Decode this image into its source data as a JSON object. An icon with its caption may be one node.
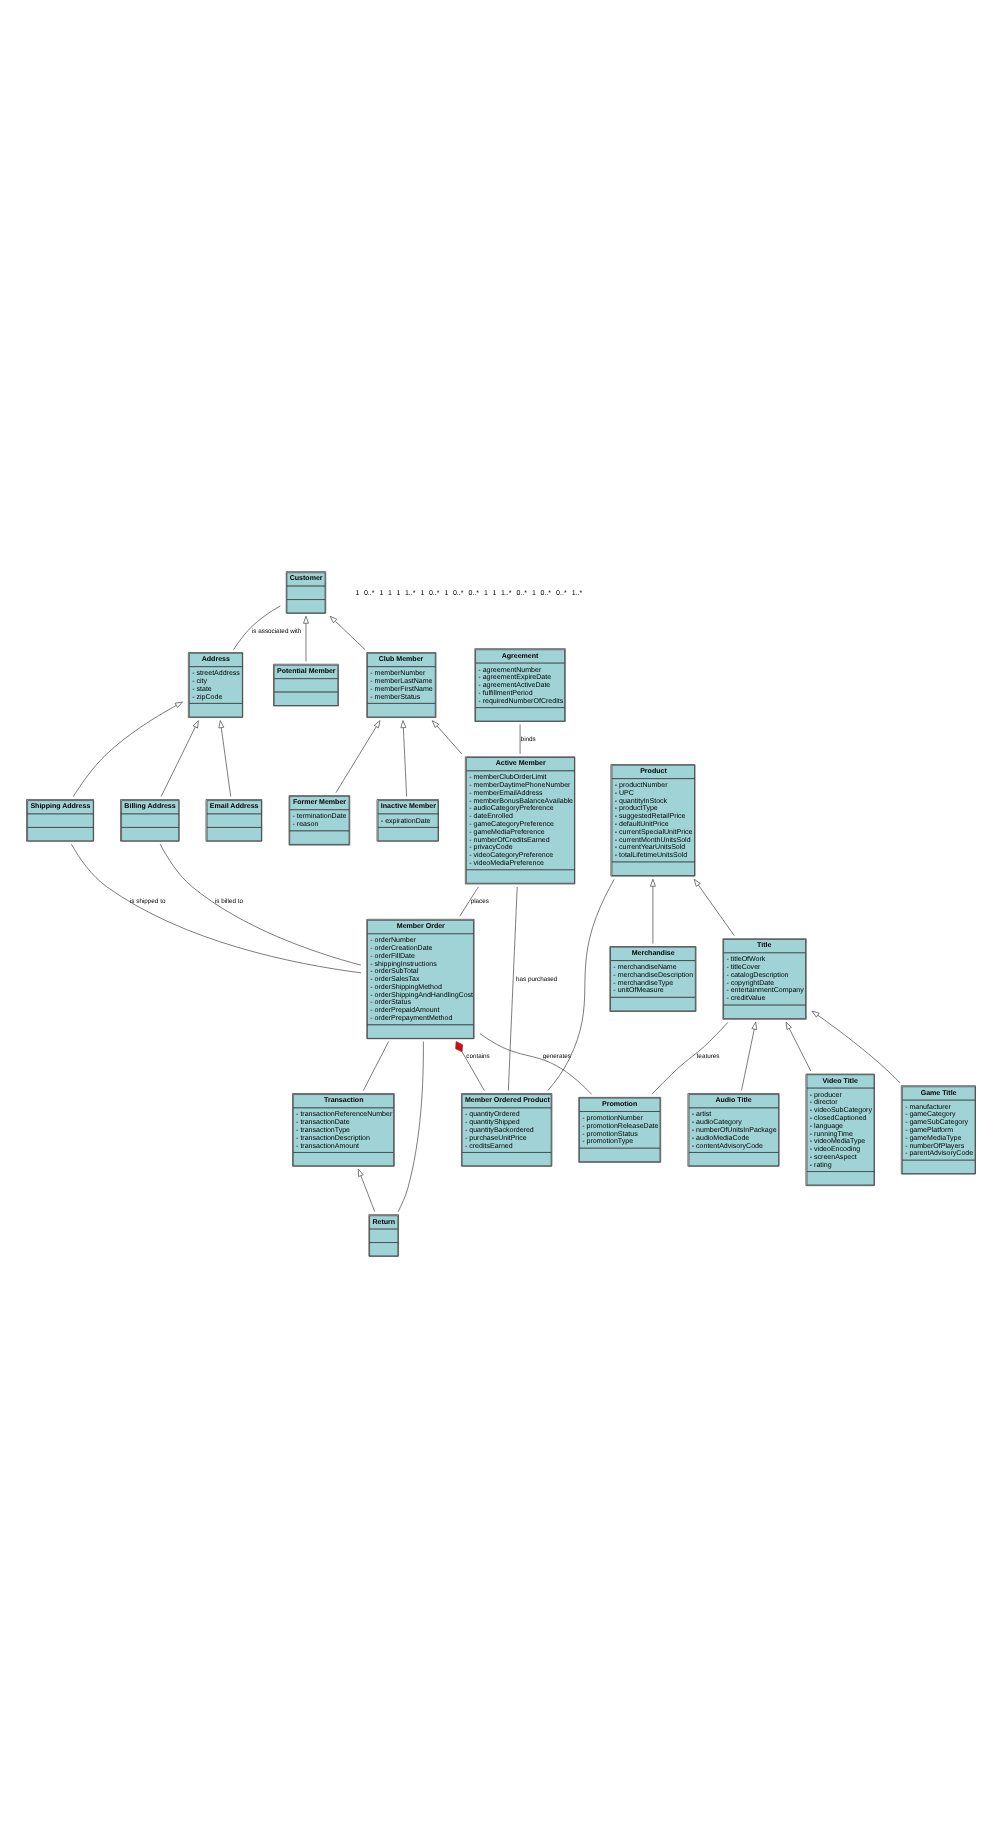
{
  "diagram": {
    "nodes": [
      {
        "text": [
          "Customer"
        ]
      },
      {
        "text": [
          "Address",
          "- streetAddress",
          "- city",
          "- state",
          "- zipCode"
        ]
      },
      {
        "text": [
          "Potential Member"
        ]
      },
      {
        "text": [
          "Club Member",
          "- memberNumber",
          "- memberLastName",
          "- memberFirstName",
          "- memberStatus"
        ]
      },
      {
        "text": [
          "Billing Address"
        ]
      },
      {
        "text": [
          "Email Address"
        ]
      },
      {
        "text": [
          "Shipping Address"
        ]
      },
      {
        "text": [
          "Former Member",
          "- terminationDate",
          "- reason"
        ]
      },
      {
        "text": [
          "Inactive Member",
          "- expirationDate"
        ]
      },
      {
        "text": [
          "Active Member",
          "- memberClubOrderLimit",
          "- memberDaytimePhoneNumber",
          "- memberEmailAddress",
          "- memberBonusBalanceAvailable",
          "- audioCategoryPreference",
          "- dateEnrolled",
          "- gameCategoryPreference",
          "- gameMediaPreference",
          "- numberOfCreditsEarned",
          "- privacyCode",
          "- videoCategoryPreference",
          "- videoMediaPreference"
        ]
      },
      {
        "text": [
          "Member Order",
          "- orderNumber",
          "- orderCreationDate",
          "- orderFillDate",
          "- shippingInstructions",
          "- orderSubTotal",
          "- orderSalesTax",
          "- orderShippingMethod",
          "- orderShippingAndHandlingCost",
          "- orderStatus",
          "- orderPrepaidAmount",
          "- orderPrepaymentMethod"
        ]
      },
      {
        "text": [
          "Transaction",
          "- transactionReferenceNumber",
          "- transactionDate",
          "- transactionType",
          "- transactionDescription",
          "- transactionAmount"
        ]
      },
      {
        "text": [
          "Agreement",
          "- agreementNumber",
          "- agreementExpireDate",
          "- agreementActiveDate",
          "- fulfillmentPeriod",
          "- requiredNumberOfCredits"
        ]
      },
      {
        "text": [
          "Return"
        ]
      },
      {
        "text": [
          "Product",
          "- productNumber",
          "- UPC",
          "- quantityInStock",
          "- productType",
          "- suggestedRetailPrice",
          "- defaultUnitPrice",
          "- currentSpecialUnitPrice",
          "- currentMonthUnitsSold",
          "- currentYearUnitsSold",
          "- totalLifetimeUnitsSold"
        ]
      },
      {
        "text": [
          "Member Ordered Product",
          "- quantityOrdered",
          "- quantityShipped",
          "- quantityBackordered",
          "- purchaseUnitPrice",
          "- creditsEarned"
        ]
      },
      {
        "text": [
          "Promotion",
          "- promotionNumber",
          "- promotionReleaseDate",
          "- promotionStatus",
          "- promotionType"
        ]
      },
      {
        "text": [
          "Merchandise",
          "- merchandiseName",
          "- merchandiseDescription",
          "- merchandiseType",
          "- unitOfMeasure"
        ]
      },
      {
        "text": [
          "Title",
          "- titleOfWork",
          "- titleCover",
          "- catalogDescription",
          "- copyrightDate",
          "- entertainmentCompany",
          "- creditValue"
        ]
      },
      {
        "text": [
          "Audio Title",
          "- artist",
          "- audioCategory",
          "- numberOfUnitsInPackage",
          "- audioMediaCode",
          "- contentAdvisoryCode"
        ]
      },
      {
        "text": [
          "Video Title",
          "- producer",
          "- director",
          "- videoSubCategory",
          "- closedCaptioned",
          "- language",
          "- runningTime",
          "- videoMediaType",
          "- videoEncoding",
          "- screenAspect",
          "- rating"
        ]
      },
      {
        "text": [
          "Game Title",
          "- manufacturer",
          "- gameCategory",
          "- gameSubCategory",
          "- gamePlatform",
          "- gameMediaType",
          "- numberOfPlayers",
          "- parentAdvisoryCode"
        ]
      }
    ],
    "edges": [
      {
        "from": 0,
        "to": 1,
        "arrow": "none",
        "label": "is associated with"
      },
      {
        "from": 2,
        "to": 0,
        "arrow": "to"
      },
      {
        "from": 3,
        "to": 0,
        "arrow": "to"
      },
      {
        "from": 7,
        "to": 3,
        "arrow": "to"
      },
      {
        "from": 8,
        "to": 3,
        "arrow": "to"
      },
      {
        "from": 9,
        "to": 3,
        "arrow": "to"
      },
      {
        "from": 4,
        "to": 1,
        "arrow": "to"
      },
      {
        "from": 5,
        "to": 1,
        "arrow": "to"
      },
      {
        "from": 6,
        "to": 1,
        "arrow": "to"
      },
      {
        "from": 4,
        "to": 10,
        "arrow": "none",
        "label": "is billed to"
      },
      {
        "from": 6,
        "to": 10,
        "arrow": "none",
        "label": "is shipped to"
      },
      {
        "from": 9,
        "to": 10,
        "arrow": "none",
        "label": "places"
      },
      {
        "from": 10,
        "to": 11,
        "arrow": "none"
      },
      {
        "from": 12,
        "to": 9,
        "arrow": "none",
        "label": "binds"
      },
      {
        "from": 13,
        "to": 11,
        "arrow": "to"
      },
      {
        "from": 10,
        "to": 13,
        "arrow": "none"
      },
      {
        "from": 10,
        "to": 15,
        "arrow": "other",
        "label": "contains"
      },
      {
        "from": 9,
        "to": 15,
        "arrow": "none",
        "label": "has purchased"
      },
      {
        "from": 14,
        "to": 15,
        "arrow": "none"
      },
      {
        "from": 10,
        "to": 16,
        "arrow": "none",
        "label": "generates"
      },
      {
        "from": 17,
        "to": 14,
        "arrow": "to"
      },
      {
        "from": 18,
        "to": 14,
        "arrow": "to"
      },
      {
        "from": 18,
        "to": 16,
        "arrow": "none",
        "label": "features"
      },
      {
        "from": 19,
        "to": 18,
        "arrow": "to"
      },
      {
        "from": 20,
        "to": 18,
        "arrow": "to"
      },
      {
        "from": 21,
        "to": 18,
        "arrow": "to"
      }
    ],
    "labels": [
      "1",
      "0..*",
      "1",
      "1",
      "1",
      "1..*",
      "1",
      "0..*",
      "1",
      "0..*",
      "0..*",
      "1",
      "1",
      "1..*",
      "0..*",
      "1",
      "0..*",
      "0..*",
      "1..*"
    ]
  }
}
